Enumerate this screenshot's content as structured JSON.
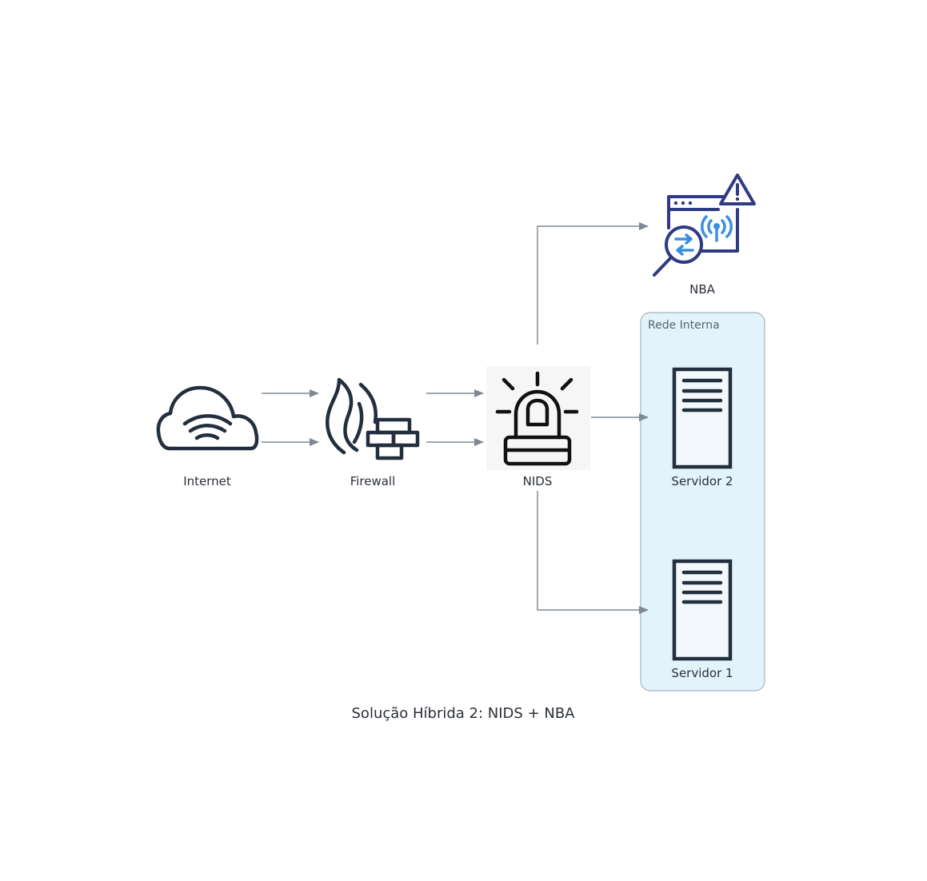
{
  "caption": "Solução Híbrida 2: NIDS + NBA",
  "cluster": {
    "label": "Rede Interna"
  },
  "nodes": {
    "internet": {
      "label": "Internet",
      "icon": "cloud-wifi-icon"
    },
    "firewall": {
      "label": "Firewall",
      "icon": "firewall-icon"
    },
    "nids": {
      "label": "NIDS",
      "icon": "siren-alarm-icon"
    },
    "nba": {
      "label": "NBA",
      "icon": "network-analysis-alert-icon"
    },
    "servidor2": {
      "label": "Servidor 2",
      "icon": "server-icon"
    },
    "servidor1": {
      "label": "Servidor 1",
      "icon": "server-icon"
    }
  },
  "edges": [
    {
      "from": "Internet",
      "to": "Firewall"
    },
    {
      "from": "Internet",
      "to": "Firewall"
    },
    {
      "from": "Firewall",
      "to": "NIDS"
    },
    {
      "from": "Firewall",
      "to": "NIDS"
    },
    {
      "from": "NIDS",
      "to": "NBA"
    },
    {
      "from": "NIDS",
      "to": "Servidor 2"
    },
    {
      "from": "NIDS",
      "to": "Servidor 1"
    }
  ],
  "colors": {
    "edge": "#7f8893",
    "cluster_fill": "#e3f3fc",
    "cluster_border": "#a5b4bf",
    "icon_dark": "#232f3e",
    "icon_navy": "#2e3a84",
    "icon_blue": "#3b8fe0"
  }
}
